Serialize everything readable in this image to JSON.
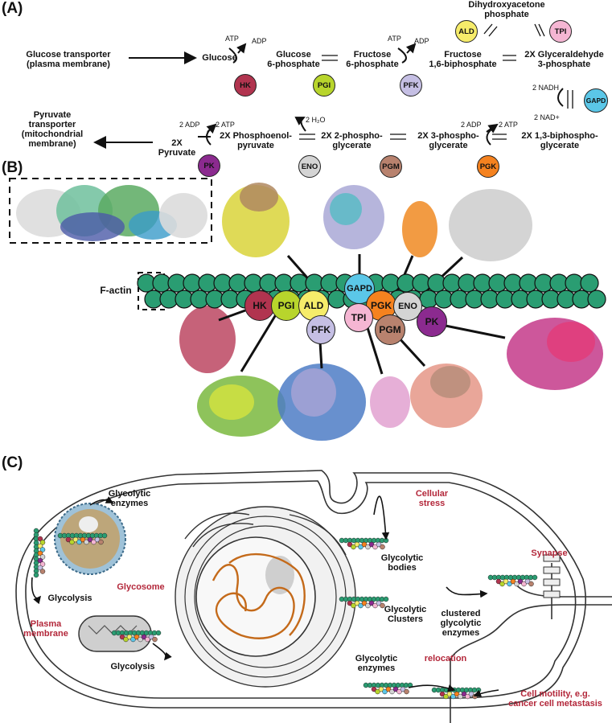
{
  "panels": {
    "a": "(A)",
    "b": "(B)",
    "c": "(C)"
  },
  "colors": {
    "HK": "#b1344f",
    "PGI": "#b8d52c",
    "PFK": "#c5bfe4",
    "ALD": "#f6ec6a",
    "TPI": "#f5b6d3",
    "GAPD": "#5bc7e8",
    "PGK": "#f5821f",
    "PGM": "#b8826e",
    "ENO": "#d4d4d4",
    "PK": "#8b2a8f",
    "actin": "#2a9d72",
    "red_text": "#b3273a",
    "chromatin": "#c46a1a"
  },
  "pathway": {
    "glucose_transporter": "Glucose transporter\n(plasma membrane)",
    "glucose": "Glucose",
    "g6p": "Glucose\n6-phosphate",
    "f6p": "Fructose\n6-phosphate",
    "f16bp": "Fructose\n1,6-biphosphate",
    "dhap": "Dihydroxyacetone\nphosphate",
    "g3p": "2X Glyceraldehyde\n3-phosphate",
    "bpg": "2X 1,3-biphospho-\nglycerate",
    "pg3": "2X 3-phospho-\nglycerate",
    "pg2": "2X 2-phospho-\nglycerate",
    "pep": "2X Phosphoenol-\npyruvate",
    "pyruvate": "2X Pyruvate",
    "pyruvate_transporter": "Pyruvate\ntransporter\n(mitochondrial\nmembrane)",
    "atp": "ATP",
    "adp": "ADP",
    "two_atp": "2 ATP",
    "two_adp": "2 ADP",
    "nadh": "2 NADH",
    "nad": "2 NAD+",
    "h2o": "2 H₂O"
  },
  "enzymes": {
    "hk": "HK",
    "pgi": "PGI",
    "pfk": "PFK",
    "ald": "ALD",
    "tpi": "TPI",
    "gapd": "GAPD",
    "pgk": "PGK",
    "pgm": "PGM",
    "eno": "ENO",
    "pk": "PK"
  },
  "panel_b": {
    "factin": "F-actin"
  },
  "panel_c": {
    "glycolytic_enzymes": "Glycolytic\nenzymes",
    "glycosome": "Glycosome",
    "glycolysis1": "Glycolysis",
    "glycolysis2": "Glycolysis",
    "plasma_membrane": "Plasma\nmembrane",
    "cellular_stress": "Cellular\nstress",
    "glycolytic_bodies": "Glycolytic\nbodies",
    "glycolytic_clusters": "Glycolytic\nClusters",
    "synapse": "Synapse",
    "clustered": "clustered\nglycolytic\nenzymes",
    "glycolytic_enzymes2": "Glycolytic\nenzymes",
    "relocation": "relocation",
    "motility": "Cell motility, e.g.\ncancer cell metastasis"
  }
}
